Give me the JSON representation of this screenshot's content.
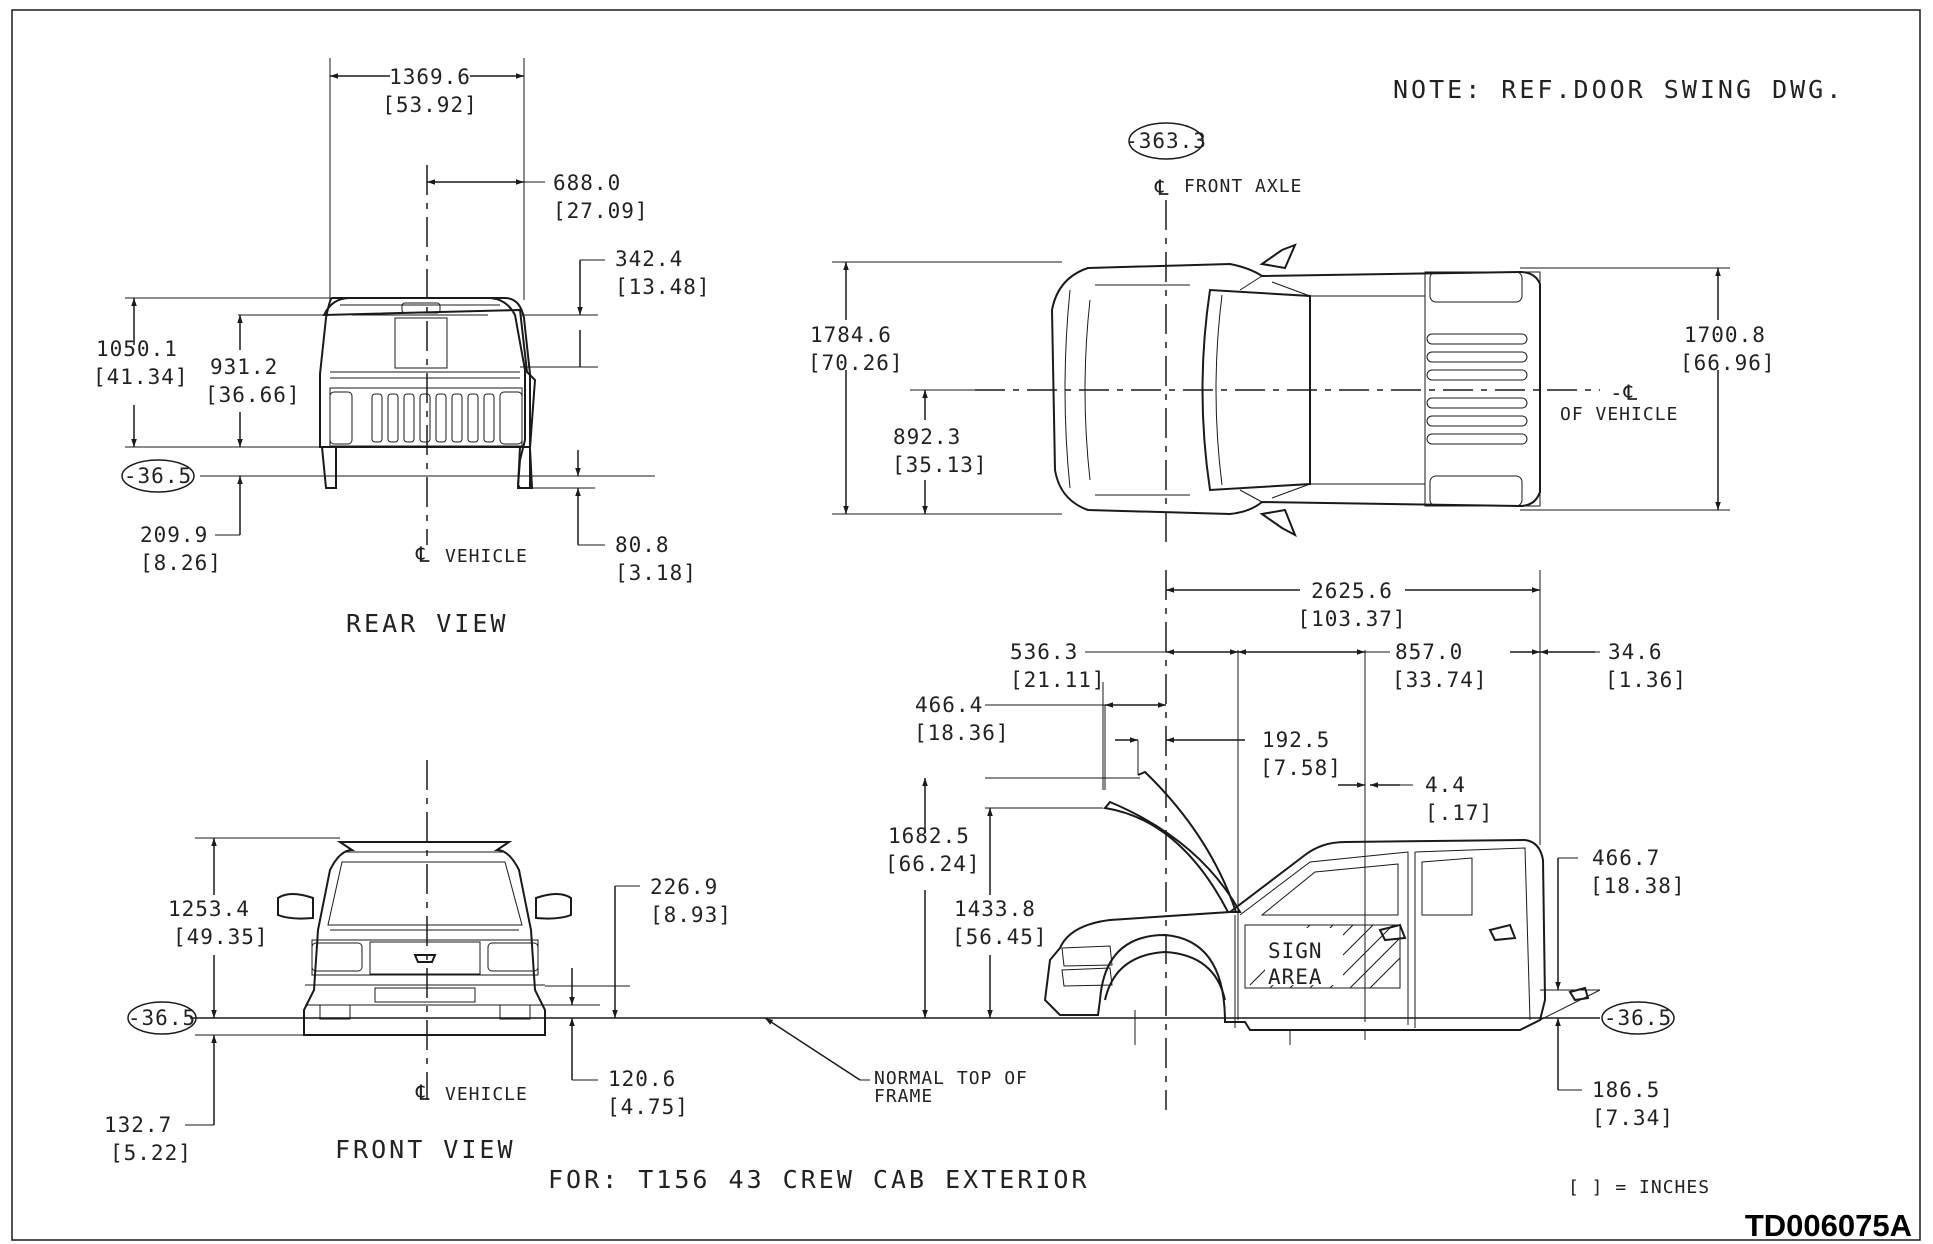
{
  "drawing_id": "TD006075A",
  "note": "NOTE: REF.DOOR SWING DWG.",
  "for_label": "FOR:  T156 43 CREW CAB EXTERIOR",
  "inches_legend": "[  ] = INCHES",
  "views": {
    "rear": {
      "title": "REAR VIEW",
      "cl_vehicle": "VEHICLE",
      "dims": {
        "w_total": "1369.6",
        "w_total_in": "[53.92]",
        "w_half": "688.0",
        "w_half_in": "[27.09]",
        "h_top": "342.4",
        "h_top_in": "[13.48]",
        "h_overall": "1050.1",
        "h_overall_in": "[41.34]",
        "h_body": "931.2",
        "h_body_in": "[36.66]",
        "frame_ref": "-36.5",
        "h_bottom": "209.9",
        "h_bottom_in": "[8.26]",
        "h_low": "80.8",
        "h_low_in": "[3.18]"
      }
    },
    "plan": {
      "axle_ref": "-363.3",
      "front_axle": "FRONT AXLE",
      "of_vehicle": "OF VEHICLE",
      "dims": {
        "w_mirror": "1784.6",
        "w_mirror_in": "[70.26]",
        "w_half": "892.3",
        "w_half_in": "[35.13]",
        "w_body": "1700.8",
        "w_body_in": "[66.96]"
      }
    },
    "front": {
      "title": "FRONT VIEW",
      "cl_vehicle": "VEHICLE",
      "dims": {
        "h_overall": "1253.4",
        "h_overall_in": "[49.35]",
        "h_bumper": "226.9",
        "h_bumper_in": "[8.93]",
        "frame_ref": "-36.5",
        "h_bottom": "132.7",
        "h_bottom_in": "[5.22]",
        "h_low": "120.6",
        "h_low_in": "[4.75]"
      }
    },
    "side": {
      "frame_note": "NORMAL TOP OF",
      "frame_note2": "FRAME",
      "sign_1": "SIGN",
      "sign_2": "AREA",
      "frame_ref": "-36.5",
      "dims": {
        "l_cab": "2625.6",
        "l_cab_in": "[103.37]",
        "l_front": "536.3",
        "l_front_in": "[21.11]",
        "l_door": "857.0",
        "l_door_in": "[33.74]",
        "l_rear": "34.6",
        "l_rear_in": "[1.36]",
        "l_hood": "466.4",
        "l_hood_in": "[18.36]",
        "l_axle": "192.5",
        "l_axle_in": "[7.58]",
        "l_gap": "4.4",
        "l_gap_in": "[.17]",
        "h_hood": "1682.5",
        "h_hood_in": "[66.24]",
        "h_cab": "1433.8",
        "h_cab_in": "[56.45]",
        "h_rear": "466.7",
        "h_rear_in": "[18.38]",
        "h_rear_low": "186.5",
        "h_rear_low_in": "[7.34]"
      }
    }
  }
}
